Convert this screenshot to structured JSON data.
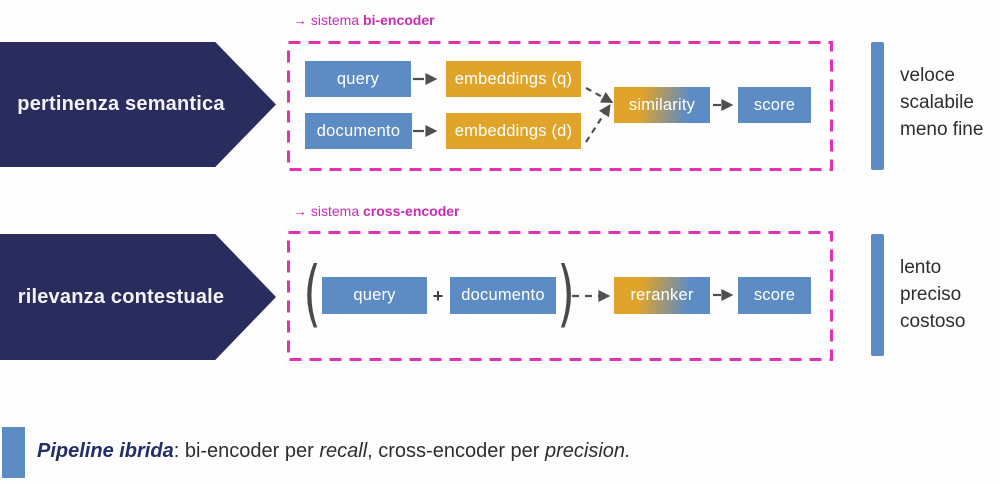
{
  "colors": {
    "navy_banner": "#292d5d",
    "steel_blue": "#5d8bc4",
    "gold": "#e1a42a",
    "magenta_label": "#c92cb1",
    "magenta_border": "#e431b3",
    "connector_gray": "#4f4f4f",
    "body_text": "#2e2e2e",
    "caption_navy": "#203067"
  },
  "sections": [
    {
      "banner": "pertinenza semantica",
      "label_prefix": "→ sistema ",
      "label_name": "bi-encoder",
      "nodes": {
        "query": "query",
        "documento": "documento",
        "embeddings_q": "embeddings (q)",
        "embeddings_d": "embeddings (d)",
        "similarity": "similarity",
        "score": "score"
      },
      "traits": [
        "veloce",
        "scalabile",
        "meno fine"
      ]
    },
    {
      "banner": "rilevanza contestuale",
      "label_prefix": "→ sistema ",
      "label_name": "cross-encoder",
      "nodes": {
        "paren_open": "(",
        "query": "query",
        "plus": "+",
        "documento": "documento",
        "paren_close": ")",
        "reranker": "reranker",
        "score": "score"
      },
      "traits": [
        "lento",
        "preciso",
        "costoso"
      ]
    }
  ],
  "caption": {
    "title": "Pipeline ibrida",
    "part1": ": bi-encoder per ",
    "italic1": "recall",
    "part2": ", cross-encoder per ",
    "italic2": "precision."
  }
}
